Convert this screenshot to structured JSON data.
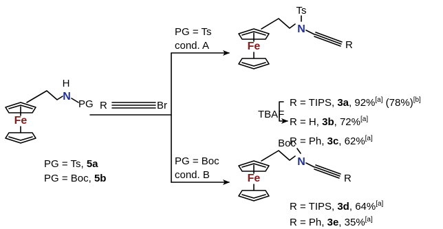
{
  "start_material": {
    "nh": "H",
    "pg_label": "PG",
    "iron": "Fe",
    "option_1": {
      "label": "PG = Ts, ",
      "compound": "5a"
    },
    "option_2": {
      "label": "PG = Boc, ",
      "compound": "5b"
    }
  },
  "reagent": {
    "r": "R",
    "br": "Br"
  },
  "route_a": {
    "condition_pg": "PG = Ts",
    "condition_name": "cond. A",
    "protecting_group": "Ts",
    "nitrogen": "N",
    "iron": "Fe",
    "r_label": "R",
    "products": [
      {
        "prefix": "R = TIPS, ",
        "compound": "3a",
        "yield": ", 92%",
        "note": "[a]",
        "extra": " (78%)",
        "extra_note": "[b]"
      },
      {
        "prefix": "R = H, ",
        "compound": "3b",
        "yield": ", 72%",
        "note": "[a]"
      },
      {
        "prefix": "R = Ph, ",
        "compound": "3c",
        "yield": ", 62%",
        "note": "[a]"
      }
    ],
    "tbaf_label": "TBAF"
  },
  "route_b": {
    "condition_pg": "PG = Boc",
    "condition_name": "cond. B",
    "protecting_group": "Boc",
    "nitrogen": "N",
    "iron": "Fe",
    "r_label": "R",
    "products": [
      {
        "prefix": "R = TIPS, ",
        "compound": "3d",
        "yield": ", 64%",
        "note": "[a]"
      },
      {
        "prefix": "R = Ph, ",
        "compound": "3e",
        "yield": ", 35%",
        "note": "[a]"
      }
    ]
  }
}
